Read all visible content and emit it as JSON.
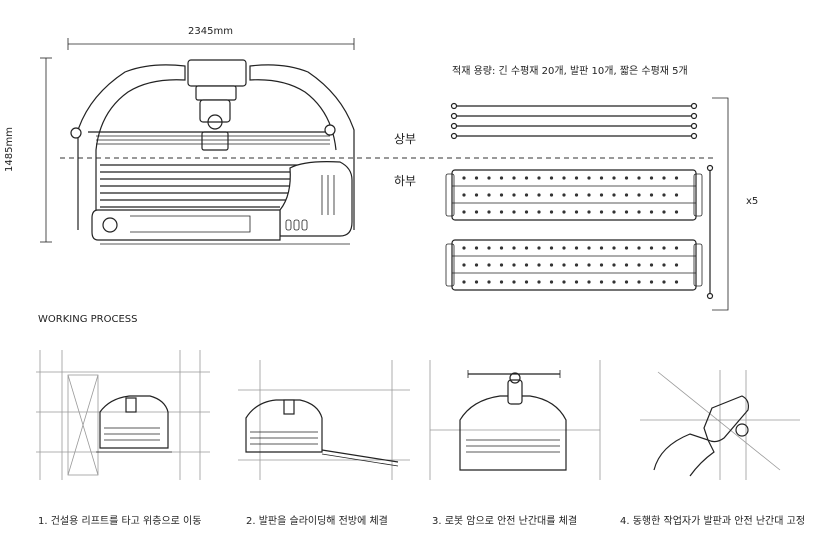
{
  "dimensions": {
    "width_label": "2345mm",
    "height_label": "1485mm"
  },
  "capacity_note": "적재 용량: 긴 수평재 20개, 발판 10개, 짧은 수평재 5개",
  "sections": {
    "upper": "상부",
    "lower": "하부"
  },
  "multiplier": "x5",
  "process": {
    "title": "WORKING PROCESS",
    "steps": [
      {
        "caption": "1. 건설용 리프트를 타고 위층으로 이동"
      },
      {
        "caption": "2. 발판을 슬라이딩해 전방에 체결"
      },
      {
        "caption": "3. 로봇 암으로 안전 난간대를 체결"
      },
      {
        "caption": "4. 동행한 작업자가 발판과 안전 난간대 고정"
      }
    ]
  }
}
